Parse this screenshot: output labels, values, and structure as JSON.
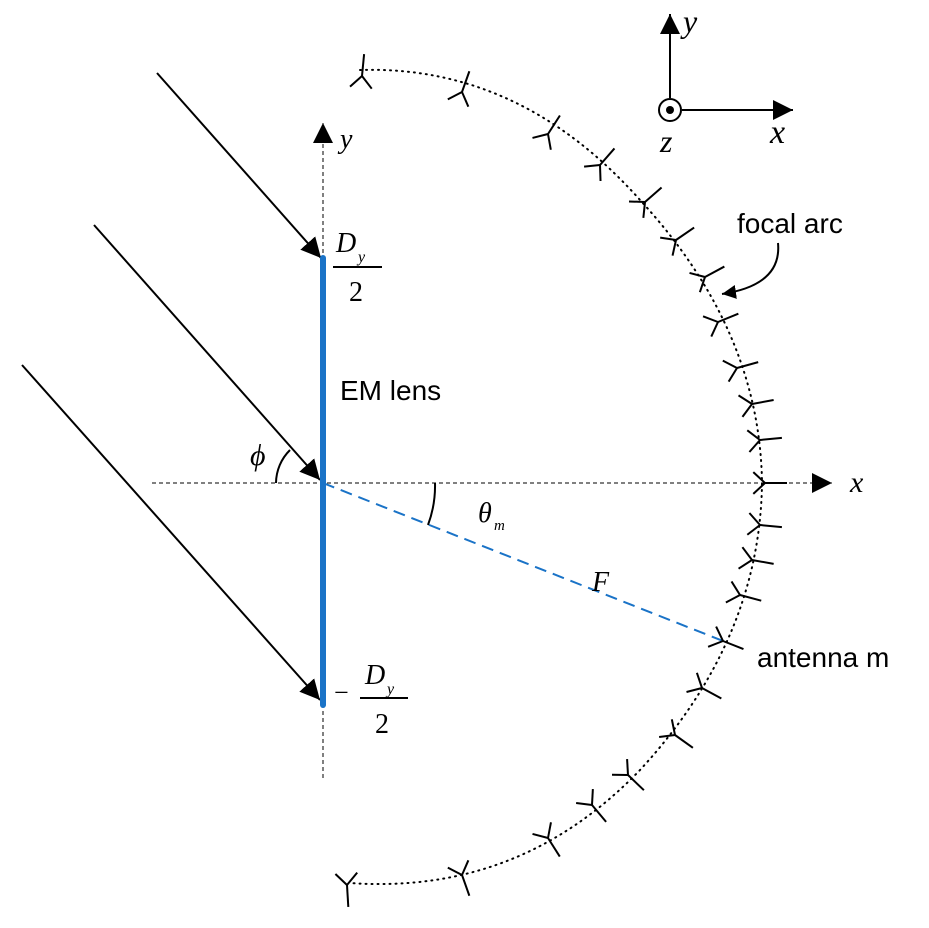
{
  "labels": {
    "axis_y_main": "y",
    "axis_x_main": "x",
    "coord_y": "y",
    "coord_x": "x",
    "coord_z": "z",
    "dy_top": "D",
    "dy_top_sub": "y",
    "dy_top_den": "2",
    "dy_bot_minus": "−",
    "dy_bot": "D",
    "dy_bot_sub": "y",
    "dy_bot_den": "2",
    "em_lens": "EM lens",
    "phi": "ϕ",
    "theta": "θ",
    "theta_sub": "m",
    "focal_length": "F",
    "focal_arc": "focal arc",
    "antenna_m": "antenna m"
  },
  "colors": {
    "lens": "#1a73c7",
    "dashed": "#1a73c7",
    "lines": "#000000"
  }
}
